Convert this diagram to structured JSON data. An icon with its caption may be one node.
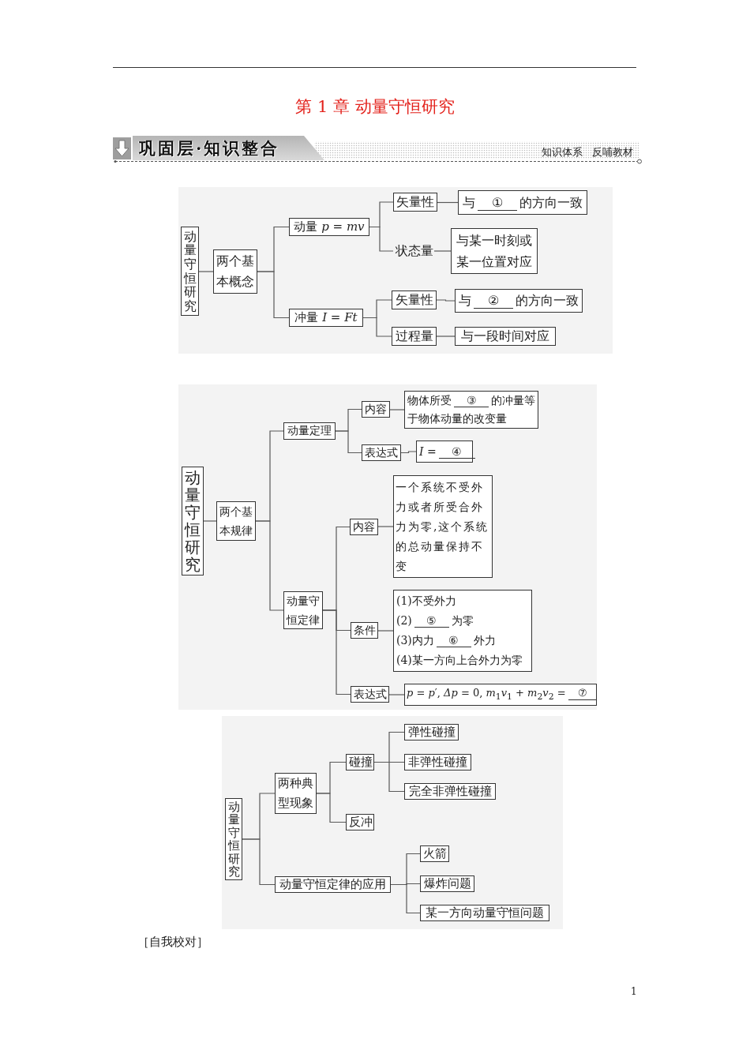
{
  "diagram": {
    "title": "第 1 章 动量守恒研究",
    "nodes": [
      {
        "text": [
          "巩固层·知识整合"
        ]
      },
      {
        "text": [
          "动量守恒研究"
        ]
      },
      {
        "text": [
          "两个基本概念"
        ]
      },
      {
        "text": [
          "动量 *p* = *mv*"
        ]
      },
      {
        "text": [
          "矢量性"
        ]
      },
      {
        "text": [
          "与",
          "①",
          "的方向一致"
        ]
      },
      {
        "text": [
          "状态量"
        ]
      },
      {
        "text": [
          "与某一时刻或某一位置对应"
        ]
      },
      {
        "text": [
          "冲量 *I* = *Ft*"
        ]
      },
      {
        "text": [
          "矢量性"
        ]
      },
      {
        "text": [
          "与",
          "②",
          "的方向一致"
        ]
      },
      {
        "text": [
          "过程量"
        ]
      },
      {
        "text": [
          "与一段时间对应"
        ]
      },
      {
        "text": [
          "动量守恒研究"
        ]
      },
      {
        "text": [
          "两个基本规律"
        ]
      },
      {
        "text": [
          "动量定理"
        ]
      },
      {
        "text": [
          "内容"
        ]
      },
      {
        "text": [
          "物体所受",
          "③",
          "的冲量等",
          "于物体动量的改变量"
        ]
      },
      {
        "text": [
          "表达式"
        ]
      },
      {
        "text": [
          "*I* =",
          "④"
        ]
      },
      {
        "text": [
          "动量守恒定律"
        ]
      },
      {
        "text": [
          "内容"
        ]
      },
      {
        "text": [
          "一个系统不受外力或者所受合外力为零,这个系统的总动量保持不变"
        ]
      },
      {
        "text": [
          "条件"
        ]
      },
      {
        "text": [
          "(1)不受外力",
          "(2)",
          "⑤",
          "为零",
          "(3)内力",
          "⑥",
          "外力",
          "(4)某一方向上合外力为零"
        ]
      },
      {
        "text": [
          "表达式"
        ]
      },
      {
        "text": [
          "*p* = *p*′, *Δp* = 0, *m*$_{1}$*v*$_{1}$ + *m*$_{2}$*v*$_{2}$ =",
          "⑦"
        ]
      },
      {
        "text": [
          "动量守恒研究"
        ]
      },
      {
        "text": [
          "两种典型现象"
        ]
      },
      {
        "text": [
          "碰撞"
        ]
      },
      {
        "text": [
          "弹性碰撞"
        ]
      },
      {
        "text": [
          "非弹性碰撞"
        ]
      },
      {
        "text": [
          "完全非弹性碰撞"
        ]
      },
      {
        "text": [
          "反冲"
        ]
      },
      {
        "text": [
          "动量守恒定律的应用"
        ]
      },
      {
        "text": [
          "火箭"
        ]
      },
      {
        "text": [
          "爆炸问题"
        ]
      },
      {
        "text": [
          "某一方向动量守恒问题"
        ]
      }
    ],
    "edges": [
      {
        "from": 1,
        "to": 2,
        "arrow": "none"
      },
      {
        "from": 2,
        "to": 3,
        "arrow": "none"
      },
      {
        "from": 2,
        "to": 8,
        "arrow": "none"
      },
      {
        "from": 3,
        "to": 4,
        "arrow": "none"
      },
      {
        "from": 3,
        "to": 6,
        "arrow": "none"
      },
      {
        "from": 4,
        "to": 5,
        "arrow": "none"
      },
      {
        "from": 6,
        "to": 7,
        "arrow": "none"
      },
      {
        "from": 8,
        "to": 9,
        "arrow": "none"
      },
      {
        "from": 8,
        "to": 11,
        "arrow": "none"
      },
      {
        "from": 9,
        "to": 10,
        "arrow": "none"
      },
      {
        "from": 11,
        "to": 12,
        "arrow": "none"
      },
      {
        "from": 13,
        "to": 14,
        "arrow": "none"
      },
      {
        "from": 14,
        "to": 15,
        "arrow": "none"
      },
      {
        "from": 14,
        "to": 20,
        "arrow": "none"
      },
      {
        "from": 15,
        "to": 16,
        "arrow": "none"
      },
      {
        "from": 15,
        "to": 18,
        "arrow": "none"
      },
      {
        "from": 16,
        "to": 17,
        "arrow": "none"
      },
      {
        "from": 18,
        "to": 19,
        "arrow": "none"
      },
      {
        "from": 20,
        "to": 21,
        "arrow": "none"
      },
      {
        "from": 20,
        "to": 23,
        "arrow": "none"
      },
      {
        "from": 20,
        "to": 25,
        "arrow": "none"
      },
      {
        "from": 21,
        "to": 22,
        "arrow": "none"
      },
      {
        "from": 23,
        "to": 24,
        "arrow": "none"
      },
      {
        "from": 25,
        "to": 26,
        "arrow": "none"
      },
      {
        "from": 27,
        "to": 28,
        "arrow": "none"
      },
      {
        "from": 27,
        "to": 34,
        "arrow": "none"
      },
      {
        "from": 28,
        "to": 29,
        "arrow": "none"
      },
      {
        "from": 28,
        "to": 33,
        "arrow": "none"
      },
      {
        "from": 29,
        "to": 30,
        "arrow": "none"
      },
      {
        "from": 29,
        "to": 31,
        "arrow": "none"
      },
      {
        "from": 29,
        "to": 32,
        "arrow": "none"
      },
      {
        "from": 34,
        "to": 35,
        "arrow": "none"
      },
      {
        "from": 34,
        "to": 36,
        "arrow": "none"
      },
      {
        "from": 34,
        "to": 37,
        "arrow": "none"
      }
    ],
    "labels": [
      "知识体系",
      "反哺教材",
      "［自我校对］",
      "1"
    ]
  }
}
